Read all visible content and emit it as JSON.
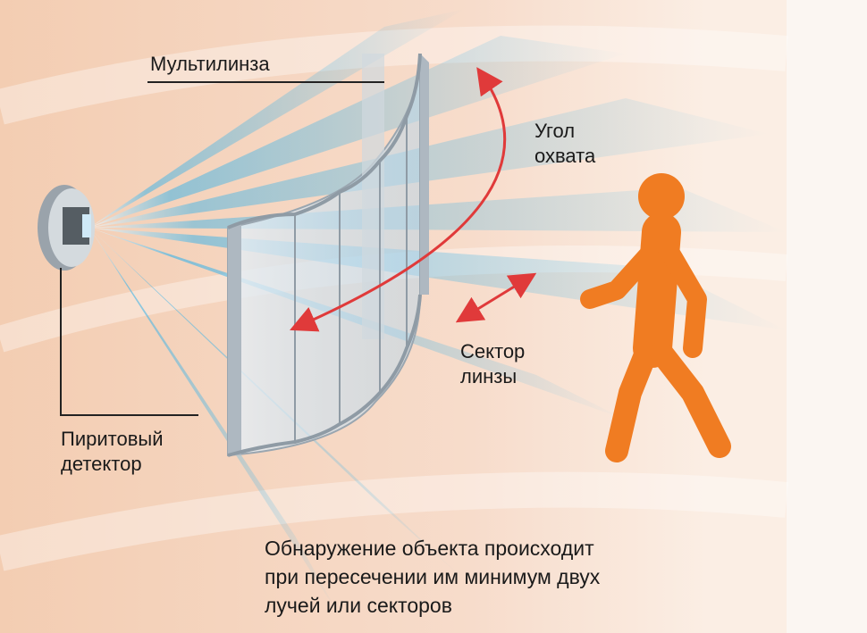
{
  "labels": {
    "multilens": "Мультилинза",
    "coverage_angle": "Угол\nохвата",
    "lens_sector": "Сектор\nлинзы",
    "detector": "Пиритовый\nдетектор",
    "caption": "Обнаружение объекта происходит\nпри пересечении им минимум двух\nлучей или секторов"
  },
  "colors": {
    "background": "#f5d6c0",
    "beam": "#3fb4e8",
    "person": "#f07c22",
    "arrow": "#e03a3a",
    "lens": "#c9d3dc"
  }
}
